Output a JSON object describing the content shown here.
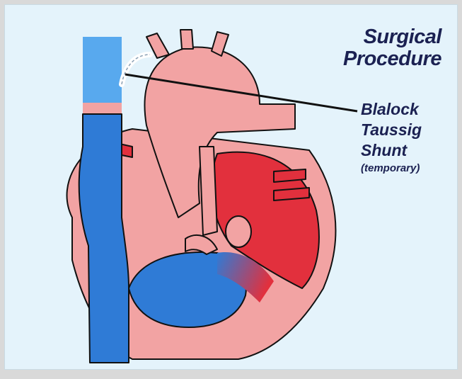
{
  "title": {
    "line1": "Surgical",
    "line2": "Procedure"
  },
  "label": {
    "line1": "Blalock",
    "line2": "Taussig",
    "line3": "Shunt",
    "note": "(temporary)"
  },
  "colors": {
    "background": "#e4f3fb",
    "oxygenated": "#e2303d",
    "deoxygenated": "#2f7bd6",
    "tissue": "#f2a3a3",
    "shunt": "#ffffff",
    "text": "#1b2152",
    "outline": "#111111"
  },
  "icons": [
    "heart-diagram",
    "shunt-pointer-line"
  ]
}
